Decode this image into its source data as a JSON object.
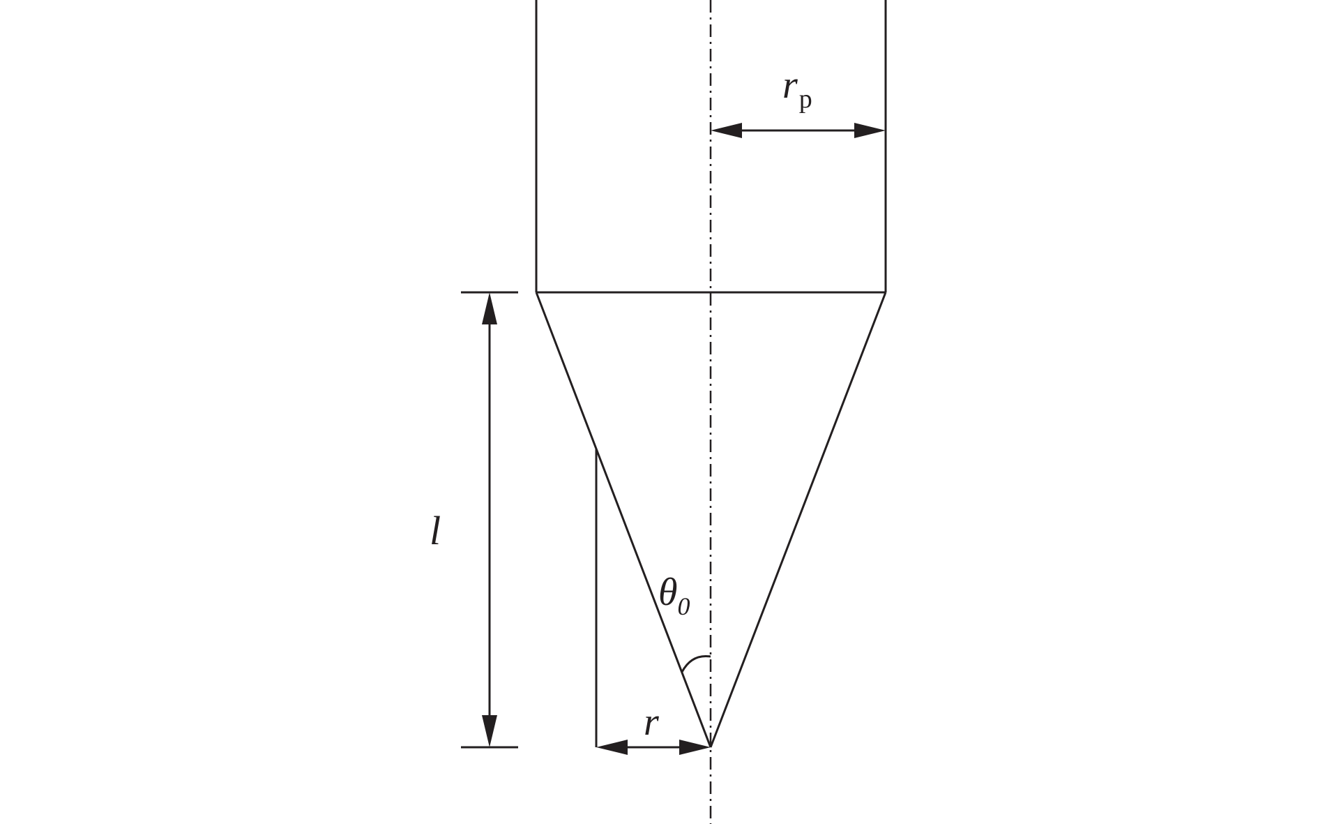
{
  "labels": {
    "pile_radius": {
      "main": "r",
      "sub": "p"
    },
    "cone_length": "l",
    "cone_angle": {
      "main": "θ",
      "sub": "0"
    },
    "radius": "r"
  },
  "colors": {
    "stroke": "#231f20",
    "background": "#ffffff"
  }
}
